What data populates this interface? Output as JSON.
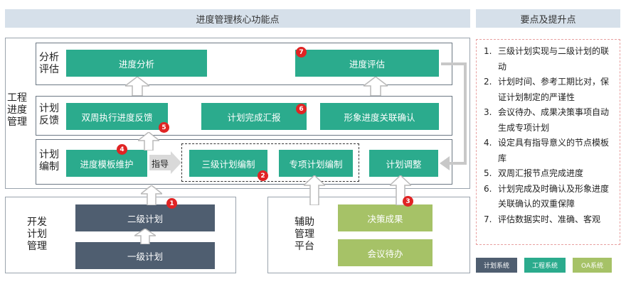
{
  "header": {
    "main_title": "进度管理核心功能点",
    "side_title": "要点及提升点"
  },
  "engineering": {
    "label": "工程\n进度\n管理",
    "rows": {
      "analysis": {
        "label": "分析\n评估",
        "boxes": [
          "进度分析",
          "进度评估"
        ]
      },
      "feedback": {
        "label": "计划\n反馈",
        "boxes": [
          "双周执行进度反馈",
          "计划完成汇报",
          "形象进度关联确认"
        ]
      },
      "compile": {
        "label": "计划\n编制",
        "boxes": [
          "进度模板维护",
          "三级计划编制",
          "专项计划编制",
          "计划调整"
        ],
        "guide": "指导"
      }
    }
  },
  "dev_plan": {
    "label": "开发\n计划\n管理",
    "boxes": [
      "二级计划",
      "一级计划"
    ]
  },
  "aux_platform": {
    "label": "辅助\n管理\n平台",
    "boxes": [
      "决策成果",
      "会议待办"
    ]
  },
  "badges": [
    "1",
    "2",
    "3",
    "4",
    "5",
    "6",
    "7"
  ],
  "notes": [
    {
      "n": "1.",
      "text": "三级计划实现与二级计划的联动"
    },
    {
      "n": "2.",
      "text": "计划时间、参考工期比对，保证计划制定的严谨性"
    },
    {
      "n": "3.",
      "text": "会议待办、成果决策事项自动生成专项计划"
    },
    {
      "n": "4.",
      "text": "设定具有指导意义的节点模板库"
    },
    {
      "n": "5.",
      "text": "双周汇报节点完成进度"
    },
    {
      "n": "6.",
      "text": "计划完成及时确认及形象进度关联确认的双重保障"
    },
    {
      "n": "7.",
      "text": "评估数据实时、准确、客观"
    }
  ],
  "legend": [
    {
      "label": "计划系统",
      "color": "#4f5e70"
    },
    {
      "label": "工程系统",
      "color": "#2bab8d"
    },
    {
      "label": "OA系统",
      "color": "#a6c267"
    }
  ]
}
